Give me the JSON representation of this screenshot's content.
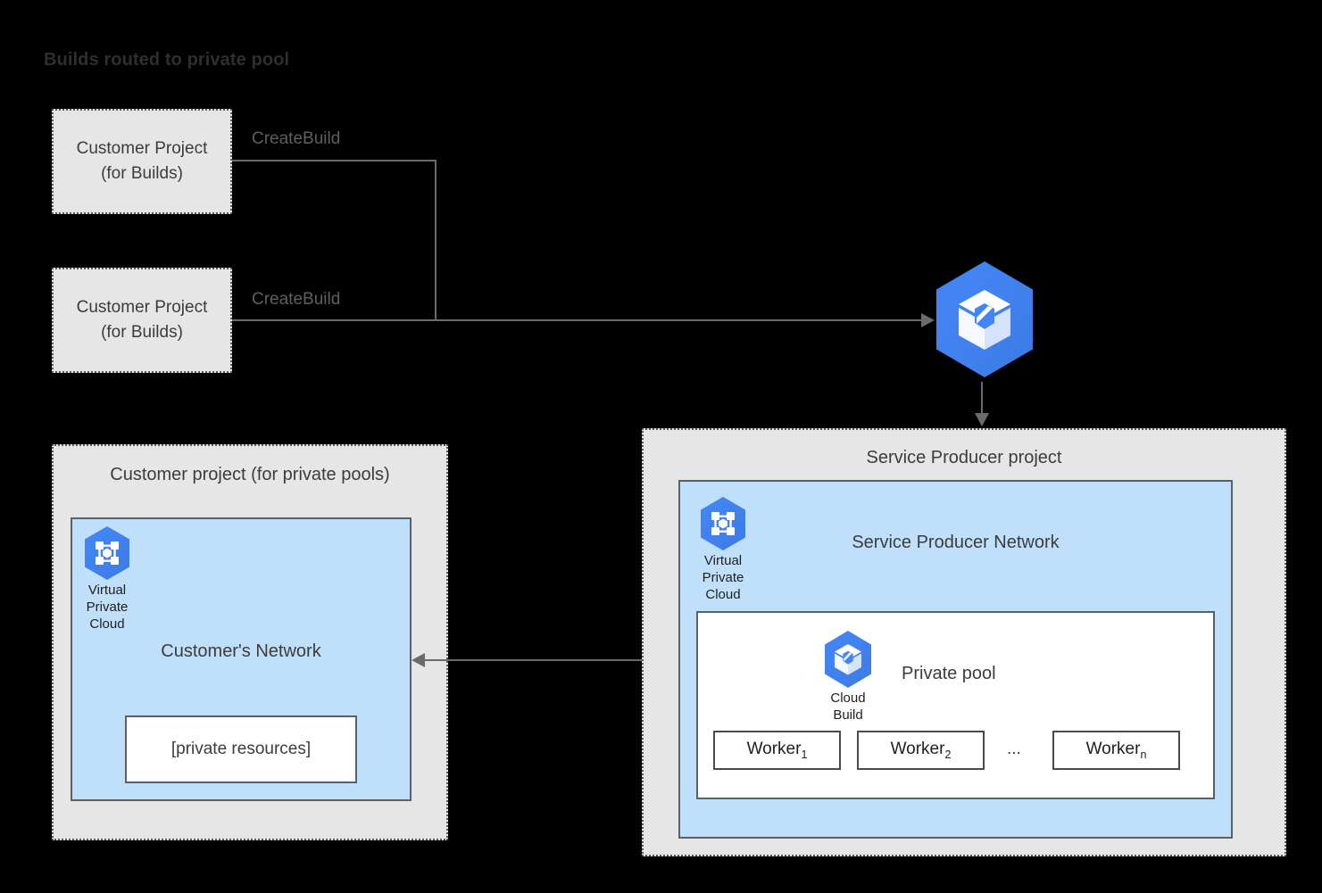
{
  "diagram": {
    "title": "Builds routed to private pool",
    "background_color": "#000000",
    "panel_fill": "#e6e6e6",
    "network_fill": "#bfdffa",
    "accent_blue": "#4285f4",
    "line_color": "#6b6b6b"
  },
  "customer_build_projects": [
    {
      "line1": "Customer Project",
      "line2": "(for Builds)",
      "edge_label": "CreateBuild"
    },
    {
      "line1": "Customer Project",
      "line2": "(for Builds)",
      "edge_label": "CreateBuild"
    }
  ],
  "cloud_build_service": {
    "icon": "cloud-build-icon",
    "name": "Cloud Build"
  },
  "customer_private_pool_project": {
    "title": "Customer project (for private pools)",
    "network": {
      "title": "Customer's Network",
      "vpc_icon": "virtual-private-cloud-icon",
      "vpc_caption_lines": [
        "Virtual",
        "Private",
        "Cloud"
      ],
      "resources_box": "[private resources]"
    }
  },
  "service_producer_project": {
    "title": "Service Producer project",
    "network": {
      "title": "Service Producer Network",
      "vpc_icon": "virtual-private-cloud-icon",
      "vpc_caption_lines": [
        "Virtual",
        "Private",
        "Cloud"
      ]
    },
    "private_pool": {
      "label": "Private pool",
      "cloud_build_icon": "cloud-build-icon",
      "cloud_build_caption_lines": [
        "Cloud",
        "Build"
      ],
      "workers": [
        {
          "name": "Worker",
          "sub": "1"
        },
        {
          "name": "Worker",
          "sub": "2"
        },
        {
          "name": "Worker",
          "sub": "n"
        }
      ],
      "ellipsis": "..."
    }
  },
  "connectors": {
    "peering_label": "",
    "createbuild_label": "CreateBuild"
  }
}
